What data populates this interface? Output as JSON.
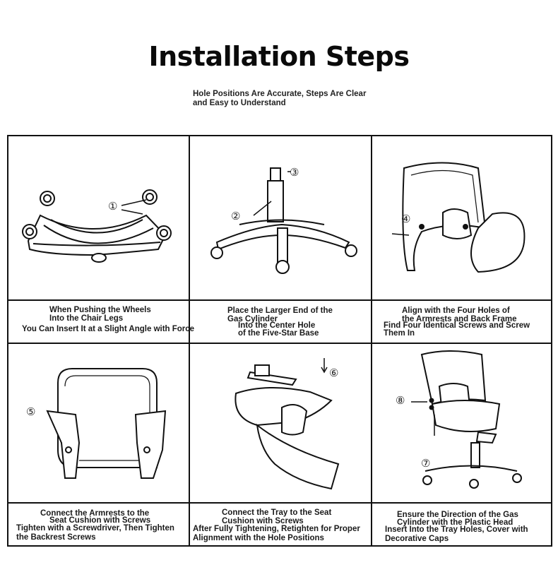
{
  "header": {
    "title": "Installation Steps",
    "subtitle": "Hole Positions Are Accurate, Steps Are Clear\nand Easy to Understand"
  },
  "steps": [
    {
      "markers": [
        "①"
      ],
      "caption": [
        {
          "text": "When Pushing the Wheels"
        },
        {
          "text": "Into the Chair Legs"
        },
        {
          "text": "You Can Insert It at a Slight Angle with Force"
        }
      ]
    },
    {
      "markers": [
        "③",
        "②"
      ],
      "caption": [
        {
          "text": "Place the Larger End of the"
        },
        {
          "text": "Gas Cylinder"
        },
        {
          "text": "Into the Center Hole"
        },
        {
          "text": "of the Five-Star Base"
        }
      ]
    },
    {
      "markers": [
        "④"
      ],
      "caption": [
        {
          "text": "Align with the Four Holes of"
        },
        {
          "text": "the Armrests and Back Frame"
        },
        {
          "text": "Find Four Identical Screws and Screw"
        },
        {
          "text": "Them In"
        }
      ]
    },
    {
      "markers": [
        "⑤"
      ],
      "caption": [
        {
          "text": "Connect the Armrests to the"
        },
        {
          "text": "Seat Cushion with Screws"
        },
        {
          "text": "Tighten with a Screwdriver, Then Tighten"
        },
        {
          "text": "the Backrest Screws"
        }
      ]
    },
    {
      "markers": [
        "⑥"
      ],
      "caption": [
        {
          "text": "Connect the Tray to the Seat"
        },
        {
          "text": "Cushion with Screws"
        },
        {
          "text": "After Fully Tightening, Retighten for Proper"
        },
        {
          "text": "Alignment with the Hole Positions"
        }
      ]
    },
    {
      "markers": [
        "⑧",
        "⑦"
      ],
      "caption": [
        {
          "text": "Ensure the Direction of the Gas"
        },
        {
          "text": "Cylinder with the Plastic Head"
        },
        {
          "text": "Insert Into the Tray Holes, Cover with"
        },
        {
          "text": "Decorative Caps"
        }
      ]
    }
  ]
}
